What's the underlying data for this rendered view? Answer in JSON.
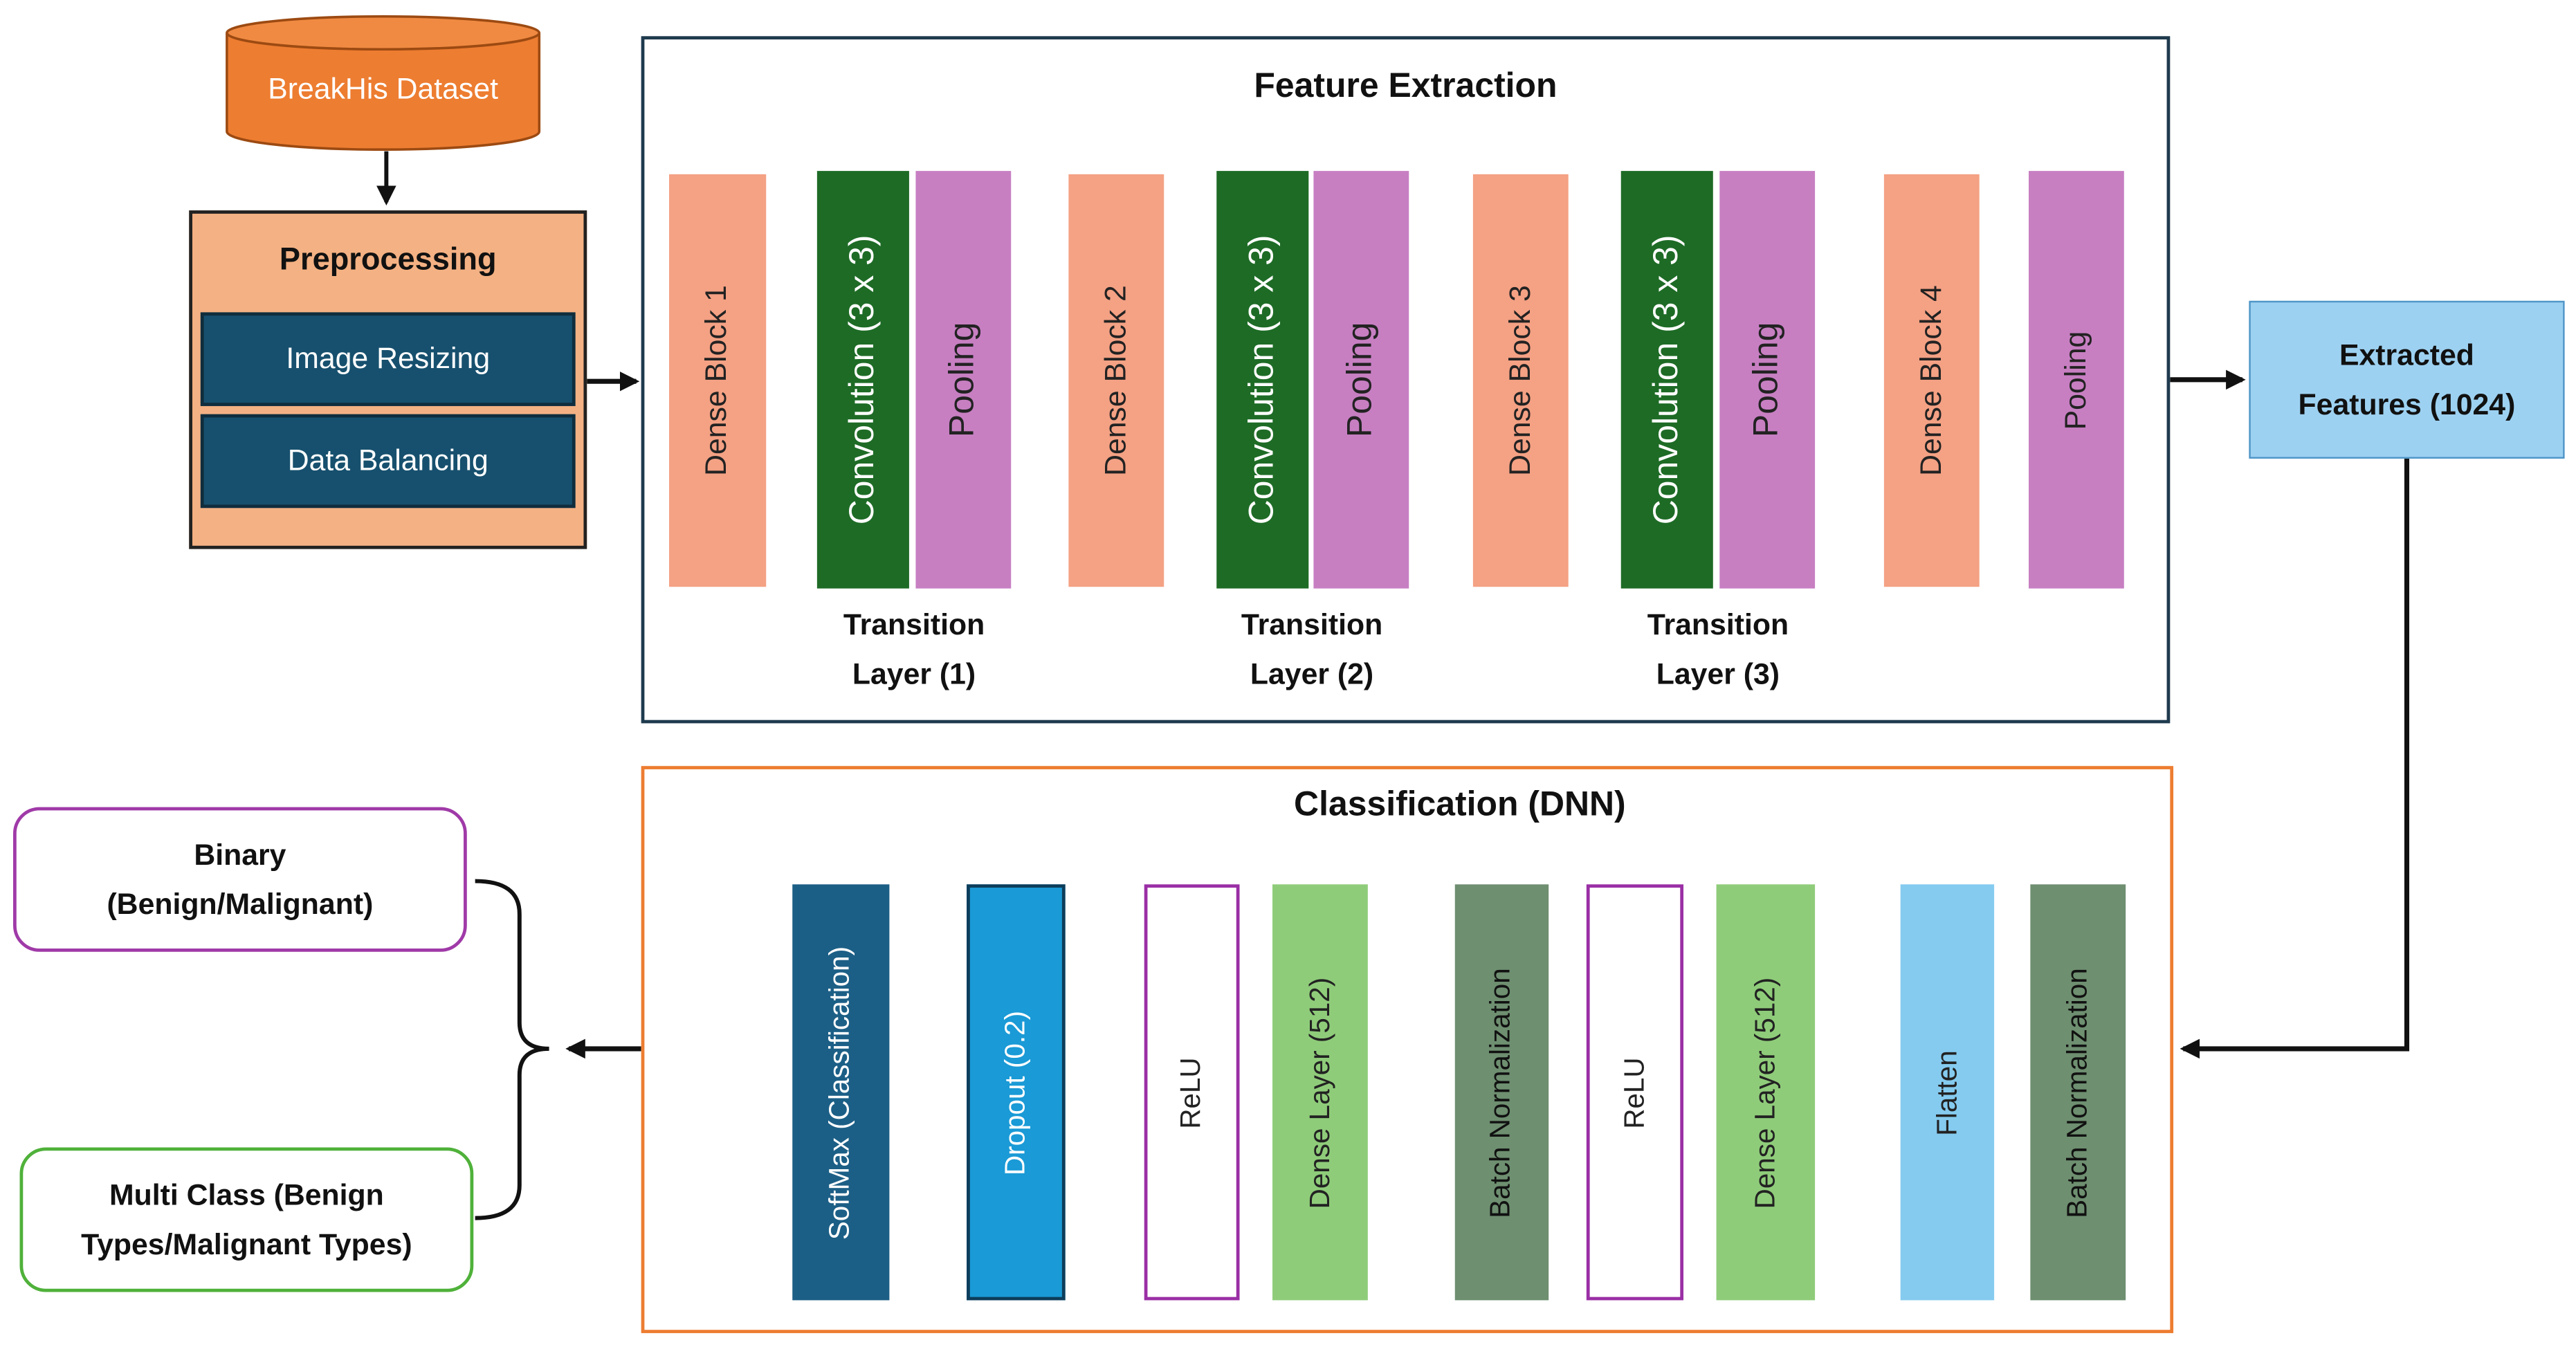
{
  "dataset": {
    "label": "BreakHis Dataset",
    "color": "#ed7d31"
  },
  "preprocessing": {
    "title": "Preprocessing",
    "items": [
      "Image Resizing",
      "Data Balancing"
    ]
  },
  "feature_extraction": {
    "title": "Feature Extraction",
    "blocks": [
      {
        "label": "Dense Block 1",
        "kind": "dense"
      },
      {
        "label": "Convolution (3 x 3)",
        "kind": "conv"
      },
      {
        "label": "Pooling",
        "kind": "pool"
      },
      {
        "label": "Dense Block 2",
        "kind": "dense"
      },
      {
        "label": "Convolution (3 x 3)",
        "kind": "conv"
      },
      {
        "label": "Pooling",
        "kind": "pool"
      },
      {
        "label": "Dense Block 3",
        "kind": "dense"
      },
      {
        "label": "Convolution (3 x 3)",
        "kind": "conv"
      },
      {
        "label": "Pooling",
        "kind": "pool"
      },
      {
        "label": "Dense Block 4",
        "kind": "dense"
      },
      {
        "label": "Pooling",
        "kind": "pool"
      }
    ],
    "transitions": [
      [
        "Transition",
        "Layer (1)"
      ],
      [
        "Transition",
        "Layer (2)"
      ],
      [
        "Transition",
        "Layer (3)"
      ]
    ]
  },
  "extracted": {
    "line1": "Extracted",
    "line2": "Features (1024)"
  },
  "classification": {
    "title": "Classification (DNN)",
    "blocks": [
      {
        "label": "SoftMax (Classification)",
        "kind": "softmax"
      },
      {
        "label": "Dropout (0.2)",
        "kind": "dropout"
      },
      {
        "label": "ReLU",
        "kind": "relu"
      },
      {
        "label": "Dense Layer (512)",
        "kind": "dense"
      },
      {
        "label": "Batch Normalization",
        "kind": "bn"
      },
      {
        "label": "ReLU",
        "kind": "relu"
      },
      {
        "label": "Dense Layer (512)",
        "kind": "dense"
      },
      {
        "label": "Flatten",
        "kind": "flatten"
      },
      {
        "label": "Batch Normalization",
        "kind": "bn"
      }
    ]
  },
  "outputs": {
    "binary": [
      "Binary",
      "(Benign/Malignant)"
    ],
    "multi": [
      "Multi Class (Benign",
      "Types/Malignant Types)"
    ]
  },
  "colors": {
    "dense_fe": "#f4a184",
    "conv": "#1e6b26",
    "pool": "#c77fc2",
    "softmax": "#1c5f86",
    "dropout": "#1a9ad6",
    "relu_border": "#9a2fa5",
    "dense_cl": "#8fcc7a",
    "bn": "#6e8f70",
    "flatten": "#85cbef",
    "binary_border": "#a03aa8",
    "multi_border": "#4fb13a"
  }
}
